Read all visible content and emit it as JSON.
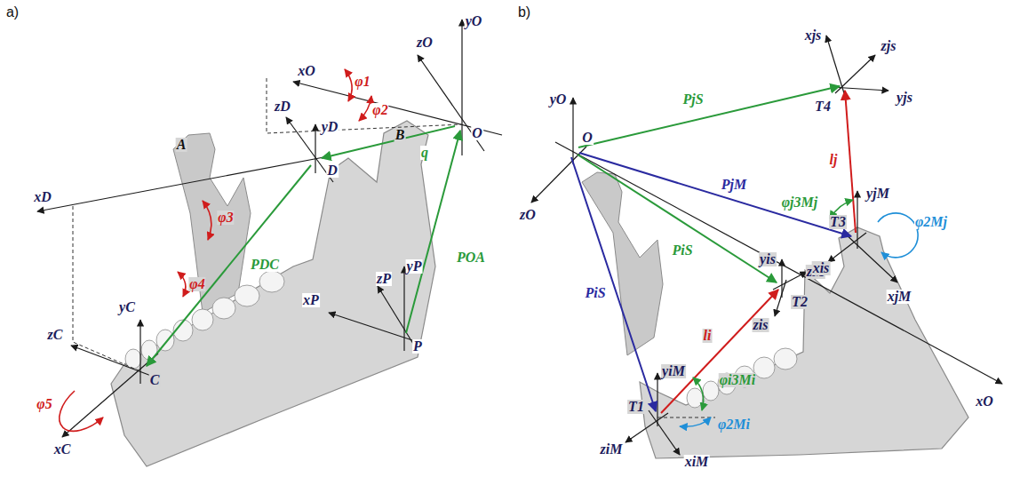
{
  "diagram": {
    "labels": [
      "a)",
      "xO",
      "zO",
      "yO",
      "O",
      "φ1",
      "φ2",
      "zD",
      "yD",
      "D",
      "A",
      "B",
      "q",
      "POA",
      "yP",
      "zP",
      "xP",
      "P",
      "xD",
      "φ3",
      "PDC",
      "φ4",
      "yC",
      "zC",
      "C",
      "φ5",
      "xC",
      "b)",
      "yO",
      "O",
      "zO",
      "xO",
      "PjS",
      "T4",
      "xjs",
      "zjs",
      "yjs",
      "lj",
      "φj3Mj",
      "yjM",
      "φ2Mj",
      "T3",
      "PjM",
      "zM",
      "xjM",
      "PiS",
      "yis",
      "xis",
      "T2",
      "zis",
      "PiS",
      "li",
      "φi3Mi",
      "yiM",
      "T1",
      "ziM",
      "xiM",
      "φ2Mi"
    ]
  }
}
